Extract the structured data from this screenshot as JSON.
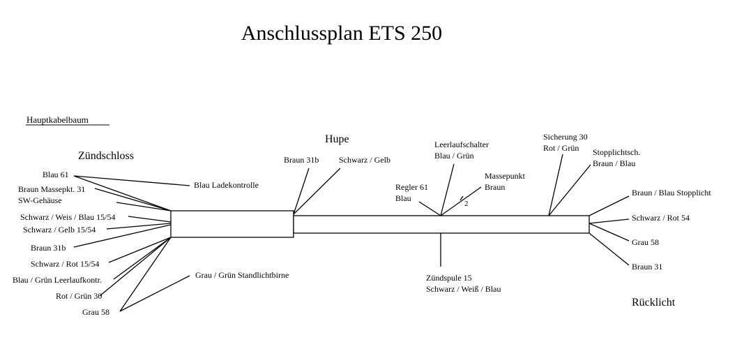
{
  "title": "Anschlussplan ETS 250",
  "subtitle": "Hauptkabelbaum",
  "groups": {
    "zuendschloss": "Zündschloss",
    "hupe": "Hupe",
    "ruecklicht": "Rücklicht"
  },
  "left_labels": {
    "blau_61": "Blau 61",
    "braun_massepkt_31": "Braun Massepkt. 31",
    "sw_gehaeuse": "SW-Gehäuse",
    "schwarz_weis_blau": "Schwarz / Weis / Blau 15/54",
    "schwarz_gelb_1554": "Schwarz / Gelb 15/54",
    "braun_31b": "Braun 31b",
    "schwarz_rot_1554": "Schwarz / Rot 15/54",
    "blau_gruen_leerlauf": "Blau / Grün Leerlaufkontr.",
    "rot_gruen_30": "Rot / Grün 30",
    "grau_58": "Grau 58",
    "blau_ladekontrolle": "Blau Ladekontrolle",
    "grau_gruen_standlicht": "Grau / Grün Standlichtbirne"
  },
  "top_labels": {
    "hupe_braun_31b": "Braun 31b",
    "hupe_schwarz_gelb": "Schwarz / Gelb",
    "regler_61": "Regler 61",
    "regler_blau": "Blau",
    "leerlaufschalter": "Leerlaufschalter",
    "leerlaufschalter_farbe": "Blau / Grün",
    "massepunkt": "Massepunkt",
    "massepunkt_farbe": "Braun",
    "massepunkt_anzahl": "2",
    "sicherung_30": "Sicherung 30",
    "sicherung_farbe": "Rot / Grün",
    "stopplichtsch": "Stopplichtsch.",
    "stopplichtsch_farbe": "Braun / Blau"
  },
  "bottom_labels": {
    "zuendspule_15": "Zündspule 15",
    "zuendspule_farbe": "Schwarz / Weiß / Blau"
  },
  "right_labels": {
    "braun_blau_stopplicht": "Braun / Blau Stopplicht",
    "schwarz_rot_54": "Schwarz / Rot 54",
    "grau_58": "Grau 58",
    "braun_31": "Braun 31"
  }
}
